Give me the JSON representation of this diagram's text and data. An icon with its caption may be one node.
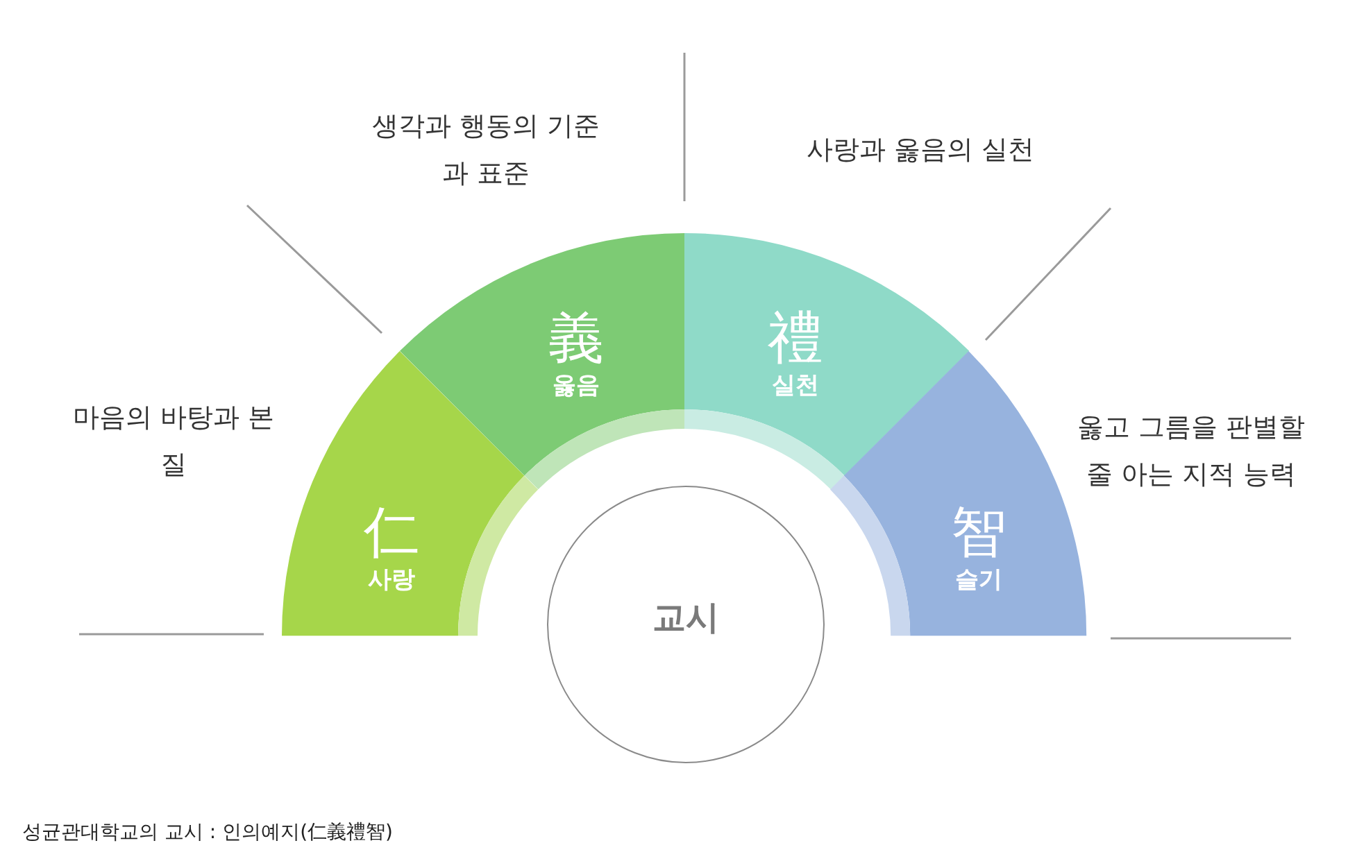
{
  "diagram": {
    "caption": "성균관대학교의 교시 : 인의예지(仁義禮智)",
    "nodes": [
      {
        "text": [
          "仁",
          "사랑"
        ]
      },
      {
        "text": [
          "義",
          "옳음"
        ]
      },
      {
        "text": [
          "禮",
          "실천"
        ]
      },
      {
        "text": [
          "智",
          "슬기"
        ]
      },
      {
        "text": [
          "교시"
        ]
      }
    ],
    "labels": [
      "마음의 바탕과 본질",
      "생각과 행동의 기준과 표준",
      "사랑과 옳음의 실천",
      "옳고 그름을 판별할 줄 아는 지적 능력"
    ]
  }
}
